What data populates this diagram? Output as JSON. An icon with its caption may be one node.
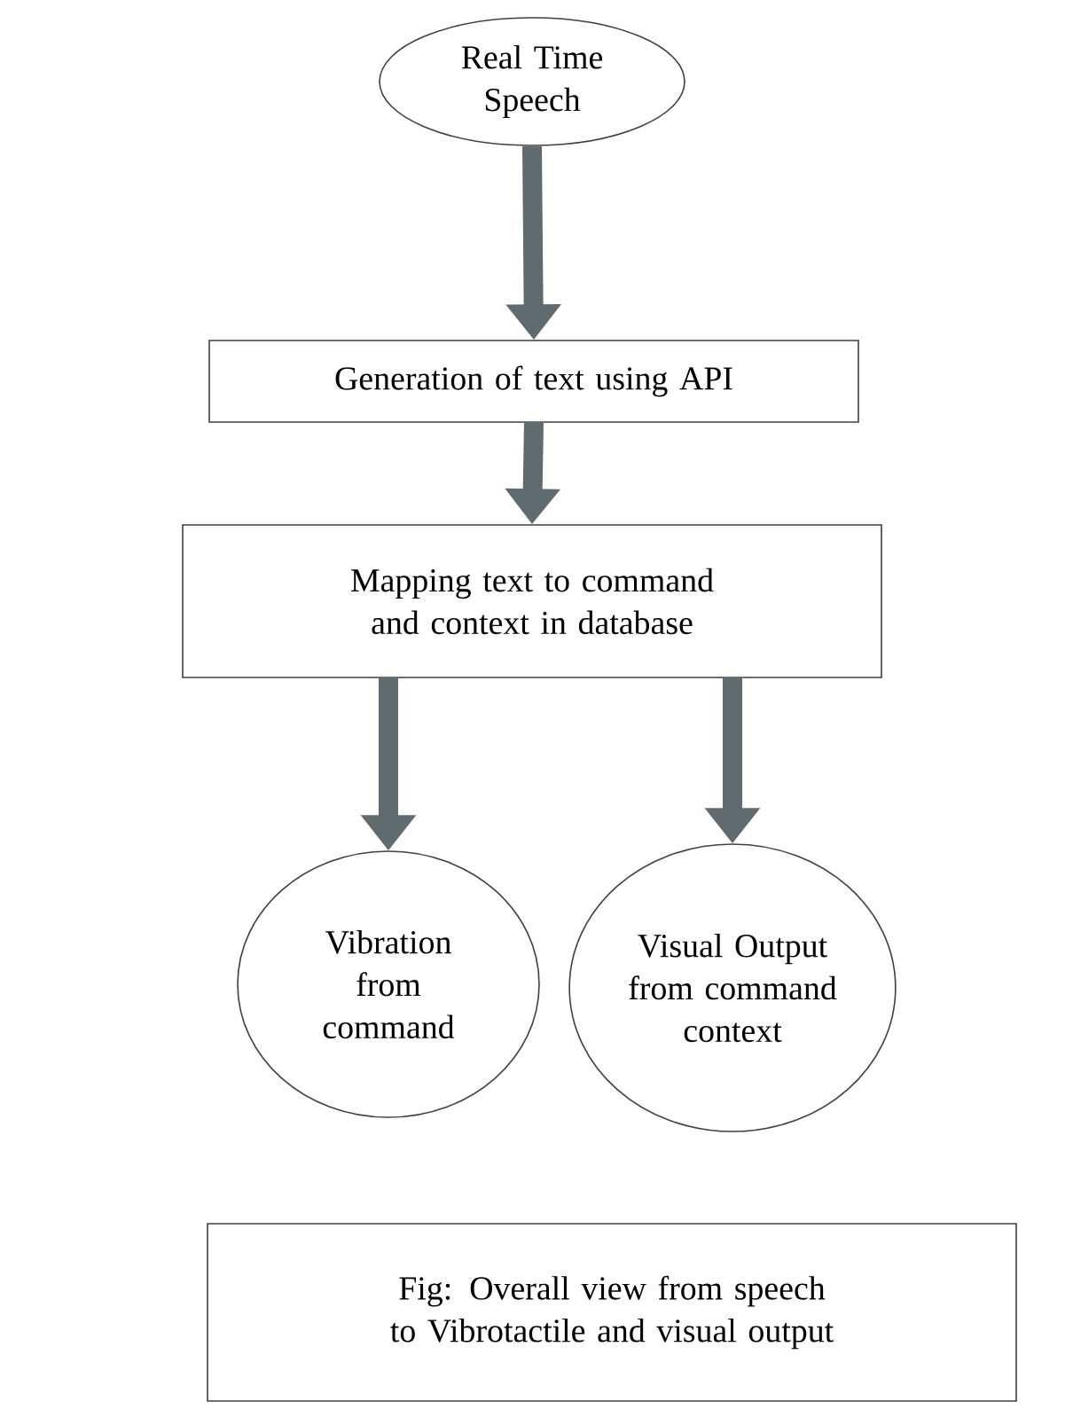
{
  "diagram": {
    "caption": "Fig: Overall view from speech to Vibrotactile and visual output",
    "nodes": [
      {
        "text": [
          "Real Time Speech"
        ]
      },
      {
        "text": [
          "Generation of text using API"
        ]
      },
      {
        "text": [
          "Mapping text to command and context in database"
        ]
      },
      {
        "text": [
          "Vibration from command"
        ]
      },
      {
        "text": [
          "Visual Output from command context"
        ]
      }
    ],
    "edges": [
      {
        "from": 0,
        "to": 1,
        "arrow": "to"
      },
      {
        "from": 1,
        "to": 2,
        "arrow": "to"
      },
      {
        "from": 2,
        "to": 3,
        "arrow": "to"
      },
      {
        "from": 2,
        "to": 4,
        "arrow": "to"
      }
    ]
  }
}
